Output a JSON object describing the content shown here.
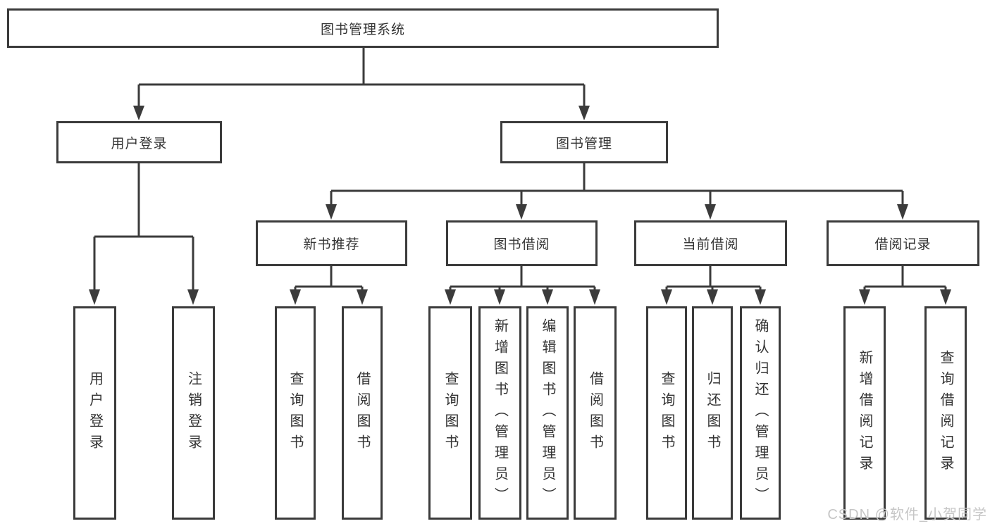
{
  "tree": {
    "label": "图书管理系统",
    "children": [
      {
        "label": "用户登录",
        "children": [
          {
            "label": "用户登录"
          },
          {
            "label": "注销登录"
          }
        ]
      },
      {
        "label": "图书管理",
        "children": [
          {
            "label": "新书推荐",
            "children": [
              {
                "label": "查询图书"
              },
              {
                "label": "借阅图书"
              }
            ]
          },
          {
            "label": "图书借阅",
            "children": [
              {
                "label": "查询图书"
              },
              {
                "label": "新增图书（管理员）"
              },
              {
                "label": "编辑图书（管理员）"
              },
              {
                "label": "借阅图书"
              }
            ]
          },
          {
            "label": "当前借阅",
            "children": [
              {
                "label": "查询图书"
              },
              {
                "label": "归还图书"
              },
              {
                "label": "确认归还（管理员）"
              }
            ]
          },
          {
            "label": "借阅记录",
            "children": [
              {
                "label": "新增借阅记录"
              },
              {
                "label": "查询借阅记录"
              }
            ]
          }
        ]
      }
    ]
  },
  "watermark": {
    "text": "CSDN @软件_小贺同学"
  },
  "colors": {
    "line": "#3b3b3b",
    "text": "#333333",
    "background": "#ffffff",
    "watermark": "#c6c6c6"
  }
}
